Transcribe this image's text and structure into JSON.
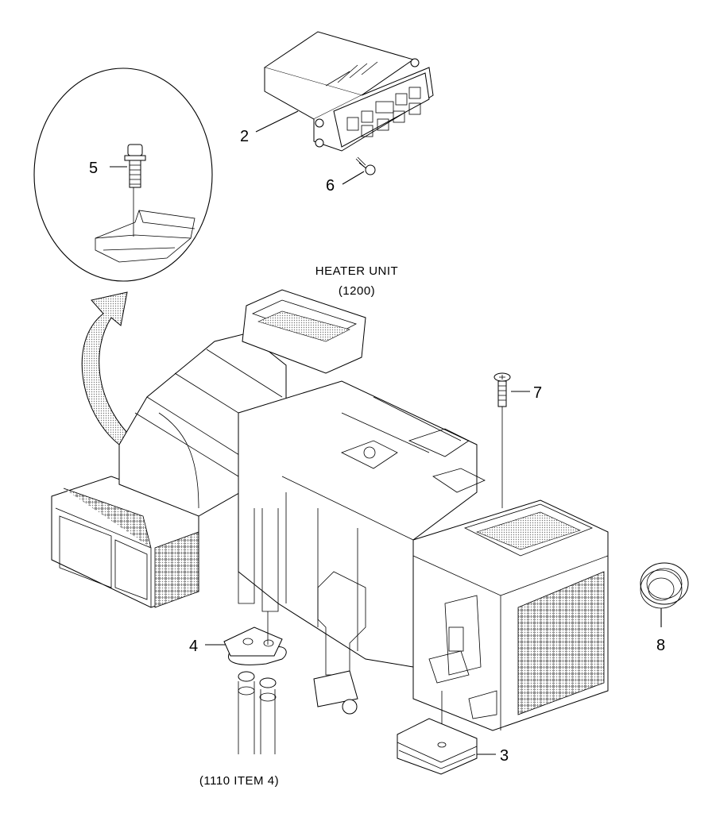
{
  "caption": {
    "heater_unit": "HEATER UNIT",
    "heater_unit_ref": "(1200)",
    "bottom_ref": "(1110 ITEM 4)"
  },
  "callouts": [
    {
      "id": "control-panel",
      "label": "2"
    },
    {
      "id": "lower-grommet",
      "label": "3"
    },
    {
      "id": "pipe-grommet",
      "label": "4"
    },
    {
      "id": "detail-bolt",
      "label": "5"
    },
    {
      "id": "panel-screw",
      "label": "6"
    },
    {
      "id": "top-screw",
      "label": "7"
    },
    {
      "id": "ring-grommet",
      "label": "8"
    }
  ],
  "colors": {
    "line": "#000000",
    "background": "#ffffff",
    "stipple": "#9a9a9a"
  }
}
